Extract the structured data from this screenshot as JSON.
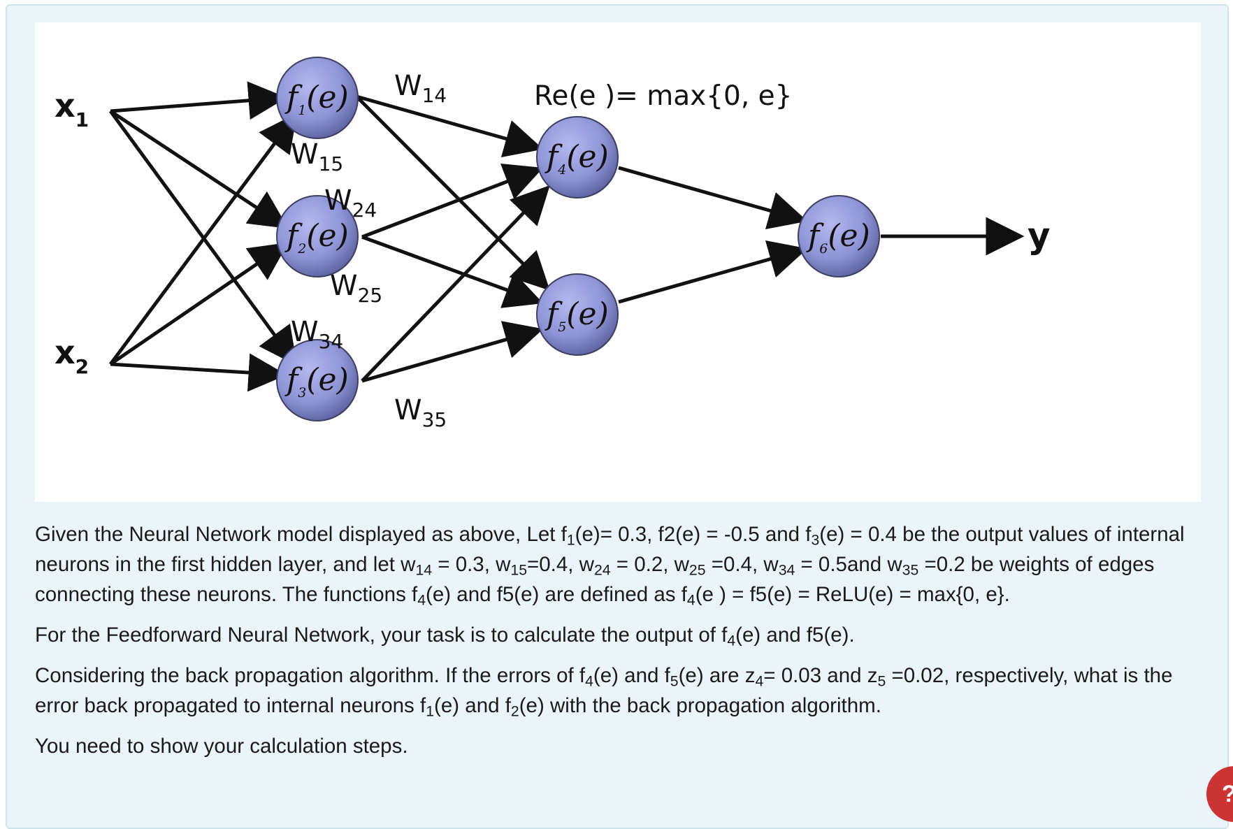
{
  "diagram": {
    "inputs": [
      {
        "base": "x",
        "sub": "1"
      },
      {
        "base": "x",
        "sub": "2"
      }
    ],
    "nodes": [
      {
        "pre": "f",
        "sub": "1",
        "post": "(e)"
      },
      {
        "pre": "f",
        "sub": "2",
        "post": "(e)"
      },
      {
        "pre": "f",
        "sub": "3",
        "post": "(e)"
      },
      {
        "pre": "f",
        "sub": "4",
        "post": "(e)"
      },
      {
        "pre": "f",
        "sub": "5",
        "post": "(e)"
      },
      {
        "pre": "f",
        "sub": "6",
        "post": "(e)"
      }
    ],
    "weights": [
      {
        "base": "W",
        "sub": "14"
      },
      {
        "base": "W",
        "sub": "15"
      },
      {
        "base": "W",
        "sub": "24"
      },
      {
        "base": "W",
        "sub": "25"
      },
      {
        "base": "W",
        "sub": "34"
      },
      {
        "base": "W",
        "sub": "35"
      }
    ],
    "activation_label": "Re(e )= max{0, e}",
    "output_label": "y",
    "colors": {
      "node_fill": "#8e94d6",
      "node_stroke": "#3b3f63",
      "edge": "#111111"
    }
  },
  "question": {
    "p1": {
      "a": "Given the Neural Network model displayed as above, Let f",
      "a_sub": "1",
      "b": "(e)= 0.3, f2(e) = -0.5 and f",
      "b_sub": "3",
      "c": "(e) = 0.4 be the output values of internal neurons in the first hidden layer, and let w",
      "c_sub": "14",
      "d": " = 0.3, w",
      "d_sub": "15",
      "e": "=0.4, w",
      "e_sub": "24",
      "f": " = 0.2, w",
      "f_sub": "25",
      "g": " =0.4,  w",
      "g_sub": "34",
      "h": " = 0.5and w",
      "h_sub": "35",
      "i": " =0.2 be weights of edges connecting these neurons. The functions f",
      "i_sub": "4",
      "j": "(e) and f5(e) are defined as f",
      "j_sub": "4",
      "k": "(e ) = f5(e) = ReLU(e) = max{0, e}."
    },
    "p2": {
      "a": "For the Feedforward Neural Network, your task is to calculate the output of f",
      "a_sub": "4",
      "b": "(e)  and f5(e)."
    },
    "p3": {
      "a": "Considering the back propagation algorithm. If the errors of f",
      "a_sub": "4",
      "b": "(e) and f",
      "b_sub": "5",
      "c": "(e) are z",
      "c_sub": "4",
      "d": "= 0.03 and z",
      "d_sub": "5",
      "e": " =0.02, respectively, what is the error back propagated to internal neurons f",
      "e_sub": "1",
      "f": "(e)  and  f",
      "f_sub": "2",
      "g": "(e) with the back propagation algorithm."
    },
    "p4": "You need to show your calculation steps."
  },
  "help": {
    "label": "?"
  }
}
